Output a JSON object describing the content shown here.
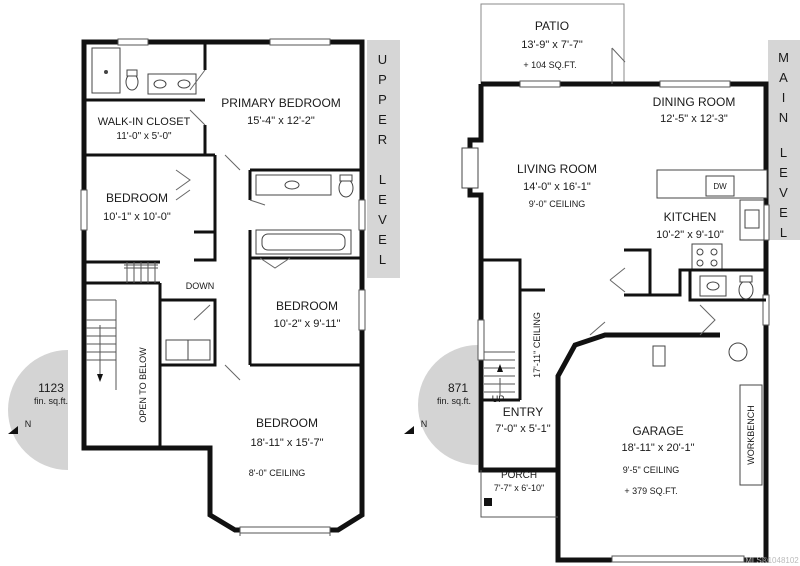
{
  "upper": {
    "level_label": [
      "U",
      "P",
      "P",
      "E",
      "R",
      "",
      "L",
      "E",
      "V",
      "E",
      "L"
    ],
    "area": "1123",
    "area_unit": "fin. sq.ft.",
    "north": "N",
    "rooms": {
      "primary_name": "PRIMARY BEDROOM",
      "primary_dim": "15'-4\" x 12'-2\"",
      "walkin_name": "WALK-IN CLOSET",
      "walkin_dim": "11'-0\" x 5'-0\"",
      "bed2_name": "BEDROOM",
      "bed2_dim": "10'-1\" x 10'-0\"",
      "bed3_name": "BEDROOM",
      "bed3_dim": "10'-2\" x 9'-11\"",
      "bed4_name": "BEDROOM",
      "bed4_dim": "18'-11\" x 15'-7\"",
      "bed4_ceiling": "8'-0\" CEILING",
      "stair_down": "DOWN",
      "open_below": "OPEN TO BELOW"
    }
  },
  "main": {
    "level_label": [
      "M",
      "A",
      "I",
      "N",
      "",
      "L",
      "E",
      "V",
      "E",
      "L"
    ],
    "area": "871",
    "area_unit": "fin. sq.ft.",
    "north": "N",
    "rooms": {
      "patio_name": "PATIO",
      "patio_dim": "13'-9\" x 7'-7\"",
      "patio_extra": "+ 104 SQ.FT.",
      "dining_name": "DINING ROOM",
      "dining_dim": "12'-5\" x 12'-3\"",
      "living_name": "LIVING ROOM",
      "living_dim": "14'-0\" x 16'-1\"",
      "living_ceiling": "9'-0\" CEILING",
      "kitchen_name": "KITCHEN",
      "kitchen_dim": "10'-2\" x 9'-10\"",
      "dw": "DW",
      "stair_ceiling": "17'-11\" CEILING",
      "stair_up": "UP",
      "entry_name": "ENTRY",
      "entry_dim": "7'-0\" x 5'-1\"",
      "garage_name": "GARAGE",
      "garage_dim": "18'-11\" x 20'-1\"",
      "garage_ceiling": "9'-5\" CEILING",
      "garage_extra": "+ 379 SQ.FT.",
      "workbench": "WORKBENCH",
      "porch_name": "PORCH",
      "porch_dim": "7'-7\" x 6'-10\""
    }
  },
  "watermark": "MLS®1048102"
}
